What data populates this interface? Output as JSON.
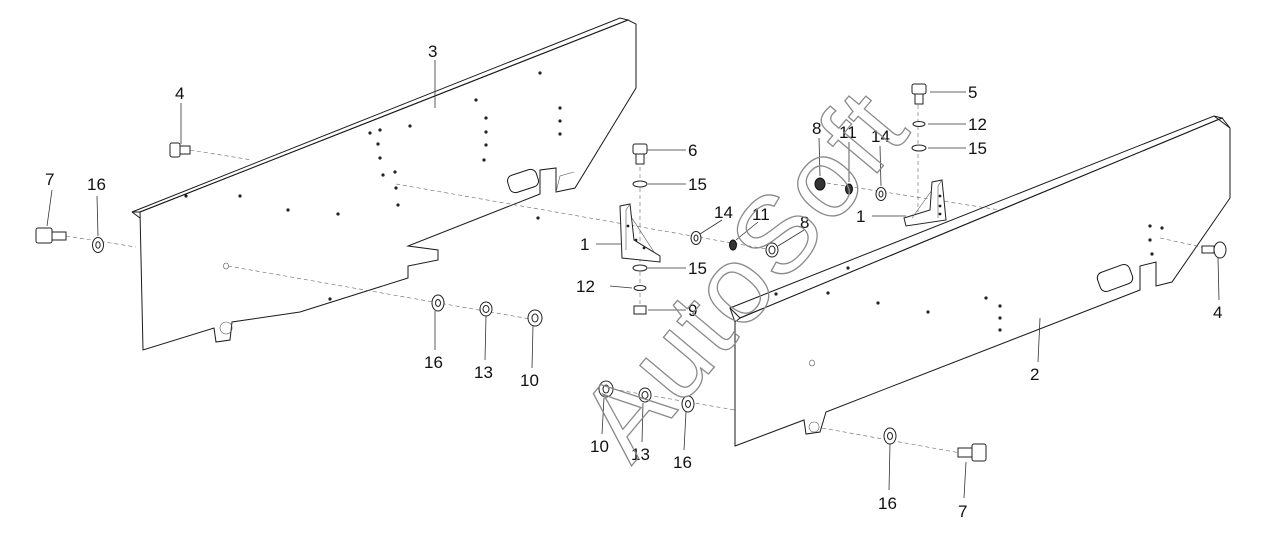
{
  "diagram": {
    "watermark": "AutoSoft",
    "callouts": {
      "n1": "1",
      "n2": "2",
      "n3": "3",
      "n4": "4",
      "n5": "5",
      "n6": "6",
      "n7": "7",
      "n8": "8",
      "n9": "9",
      "n10": "10",
      "n11": "11",
      "n12": "12",
      "n13": "13",
      "n14": "14",
      "n15": "15",
      "n16": "16"
    }
  }
}
